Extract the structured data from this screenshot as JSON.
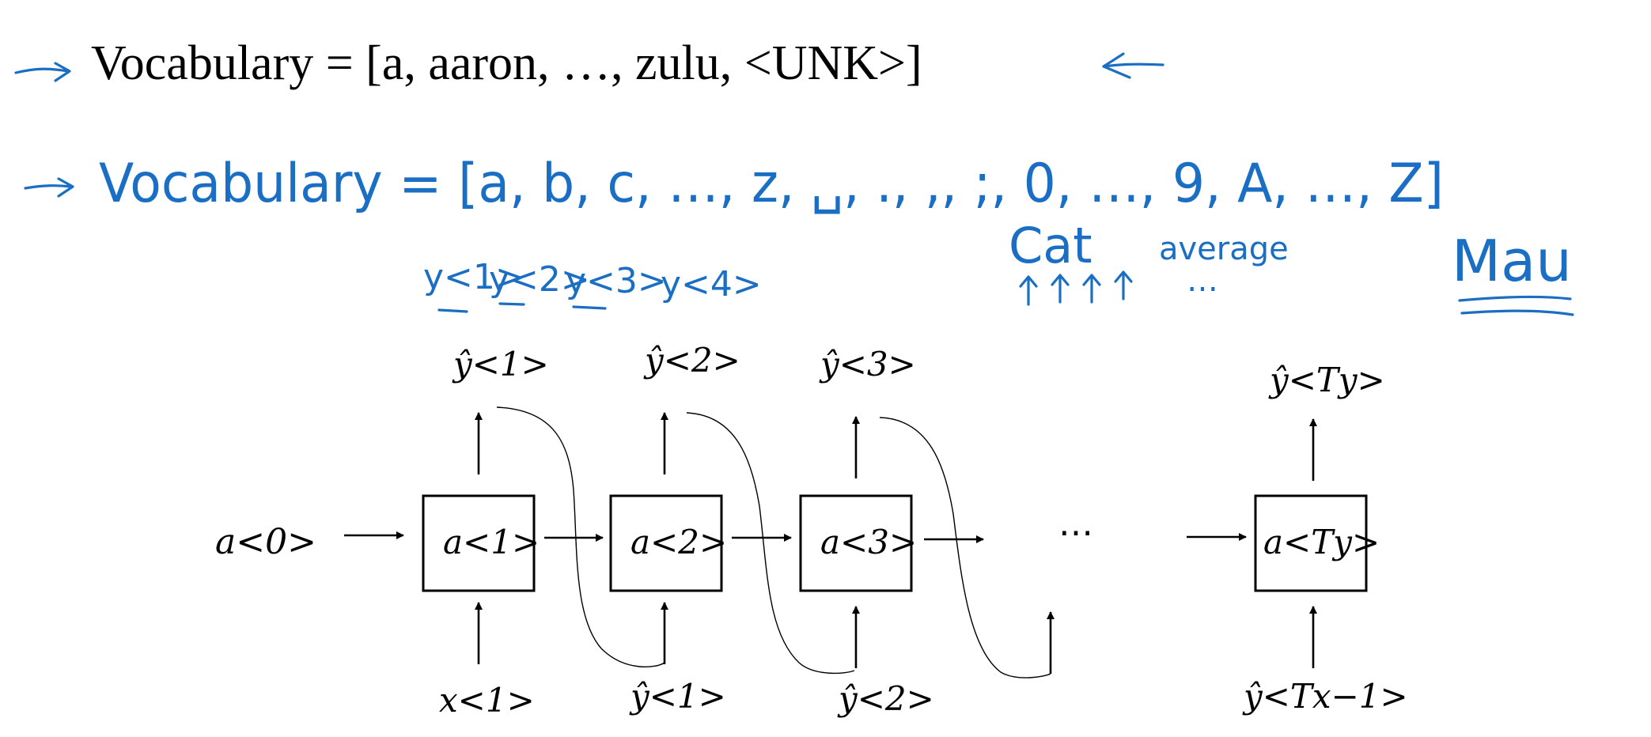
{
  "vocab_typed": {
    "text": "Vocabulary = [a, aaron, …, zulu, <UNK>]"
  },
  "vocab_handwritten": {
    "text": "Vocabulary = [a, b, c, …, z, ␣, ., ,, ;, 0, …, 9, A, …, Z]"
  },
  "notes": {
    "y_sequence": [
      "y<1>",
      "y<2>",
      "y<3>",
      "y<4>"
    ],
    "cat_word": "Cat",
    "average_word": "average",
    "ellipsis": "…",
    "mau_word": "Mau"
  },
  "rnn": {
    "initial_state": "a<0>",
    "cells": [
      "a<1>",
      "a<2>",
      "a<3>",
      "a<Ty>"
    ],
    "outputs": [
      "ŷ<1>",
      "ŷ<2>",
      "ŷ<3>",
      "ŷ<Ty>"
    ],
    "inputs": [
      "x<1>",
      "ŷ<1>",
      "ŷ<2>",
      "ŷ<Tx−1>"
    ],
    "ellipsis": "⋯"
  },
  "colors": {
    "ink": "#1a6fc4",
    "diagram": "#000000",
    "background": "#ffffff"
  }
}
